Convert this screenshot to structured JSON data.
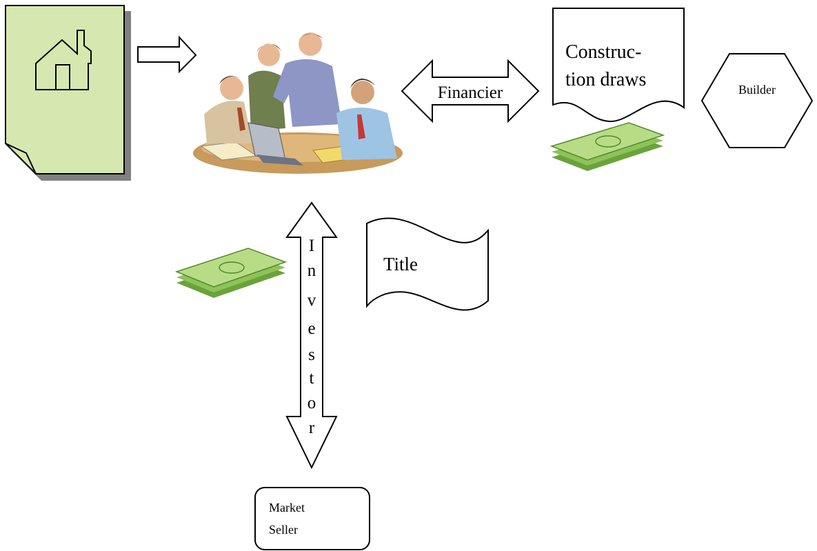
{
  "labels": {
    "financier": "Financier",
    "construction_line1": "Construc-",
    "construction_line2": "tion draws",
    "builder": "Builder",
    "title": "Title",
    "investor_letters": [
      "I",
      "n",
      "v",
      "e",
      "s",
      "t",
      "o",
      "r"
    ],
    "market_line1": "Market",
    "market_line2": "Seller"
  },
  "colors": {
    "document_fill": "#d6e8b0",
    "shadow": "#808080",
    "money_light": "#b8dc86",
    "money_dark": "#6aa33c",
    "stroke": "#000000"
  },
  "icons": {
    "document": "house-document-icon",
    "team": "business-team-icon",
    "money": "money-stack-icon"
  }
}
